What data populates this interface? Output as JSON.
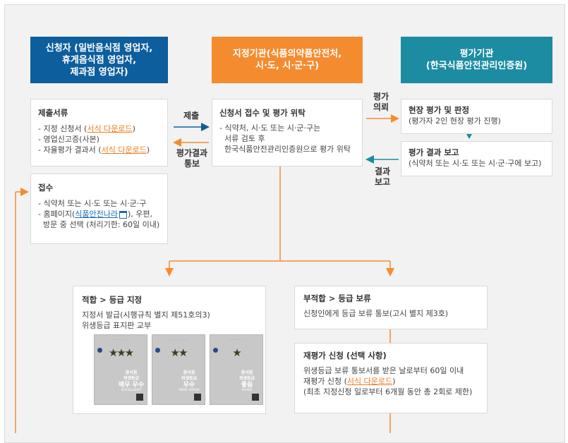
{
  "headers": {
    "applicant": "신청자 (일반음식점 영업자,\n휴게음식점 영업자,\n제과점 영업자)",
    "designator": "지정기관(식품의약품안전처,\n시·도, 시·군·구)",
    "evaluator": "평가기관\n(한국식품안전관리인증원)"
  },
  "docs_box": {
    "title": "제출서류",
    "item1": "- 지정 신청서 (",
    "item1_link": "서식 다운로드",
    "item1_end": ")",
    "item2": "- 영업신고증(사본)",
    "item3": "- 자율평가 결과서 (",
    "item3_link": "서식 다운로드",
    "item3_end": ")"
  },
  "receipt_box": {
    "title": "접수",
    "item1": "- 식약처 또는 시·도 또는 시·군·구",
    "item2_pre": "- 홈페이지(",
    "item2_link": "식품안전나라",
    "item2_post": "), 우편,",
    "item3": "  방문 중 선택 (처리기한: 60일 이내)"
  },
  "review_box": {
    "title": "신청서 접수 및 평가 위탁",
    "line1": "- 식약처, 시·도 또는 시·군·구는",
    "line2": "  서류 검토 후",
    "line3": "  한국식품안전관리인증원으로 평가 위탁"
  },
  "onsite_box": {
    "title": "현장 평가 및 판정",
    "line1": "(평가자 2인 현장 평가 진행)"
  },
  "report_box": {
    "title": "평가 결과 보고",
    "line1": "(식약처 또는 시·도 또는 시·군·구에 보고)"
  },
  "labels": {
    "submit": "제출",
    "result_notice": "평가결과\n통보",
    "eval_request": "평가\n의뢰",
    "result_report": "결과\n보고"
  },
  "pass_box": {
    "title": "적합 > 등급 지정",
    "line1": "지정서 발급(시행규칙 별지 제51호의3)",
    "line2": "위생등급 표지판 교부"
  },
  "badges": [
    {
      "grade": "매우 우수",
      "eng": "EXCELLENT",
      "stars": "★★★",
      "small": "음식점\n위생등급"
    },
    {
      "grade": "우수",
      "eng": "VERY GOOD",
      "stars": "★★",
      "small": "음식점\n위생등급"
    },
    {
      "grade": "좋음",
      "eng": "GOOD",
      "stars": "★",
      "small": "음식점\n위생등급"
    }
  ],
  "fail_box": {
    "title": "부적합 > 등급 보류",
    "line1": "신청인에게 등급 보류 통보(고시 별지 제3호)"
  },
  "reeval_box": {
    "title": "재평가 신청 (선택 사항)",
    "line1": "위생등급 보류 통보서를 받은 날로부터 60일 이내",
    "line2_pre": "재평가 신청 (",
    "line2_link": "서식 다운로드",
    "line2_post": ")",
    "line3": "(최초 지정신청 일로부터 6개월 동안 총 2회로 제한)"
  },
  "colors": {
    "orange": "#f58b2f",
    "blue": "#0d5e9c",
    "teal": "#1b8ca2",
    "link": "#1d6bb5"
  }
}
